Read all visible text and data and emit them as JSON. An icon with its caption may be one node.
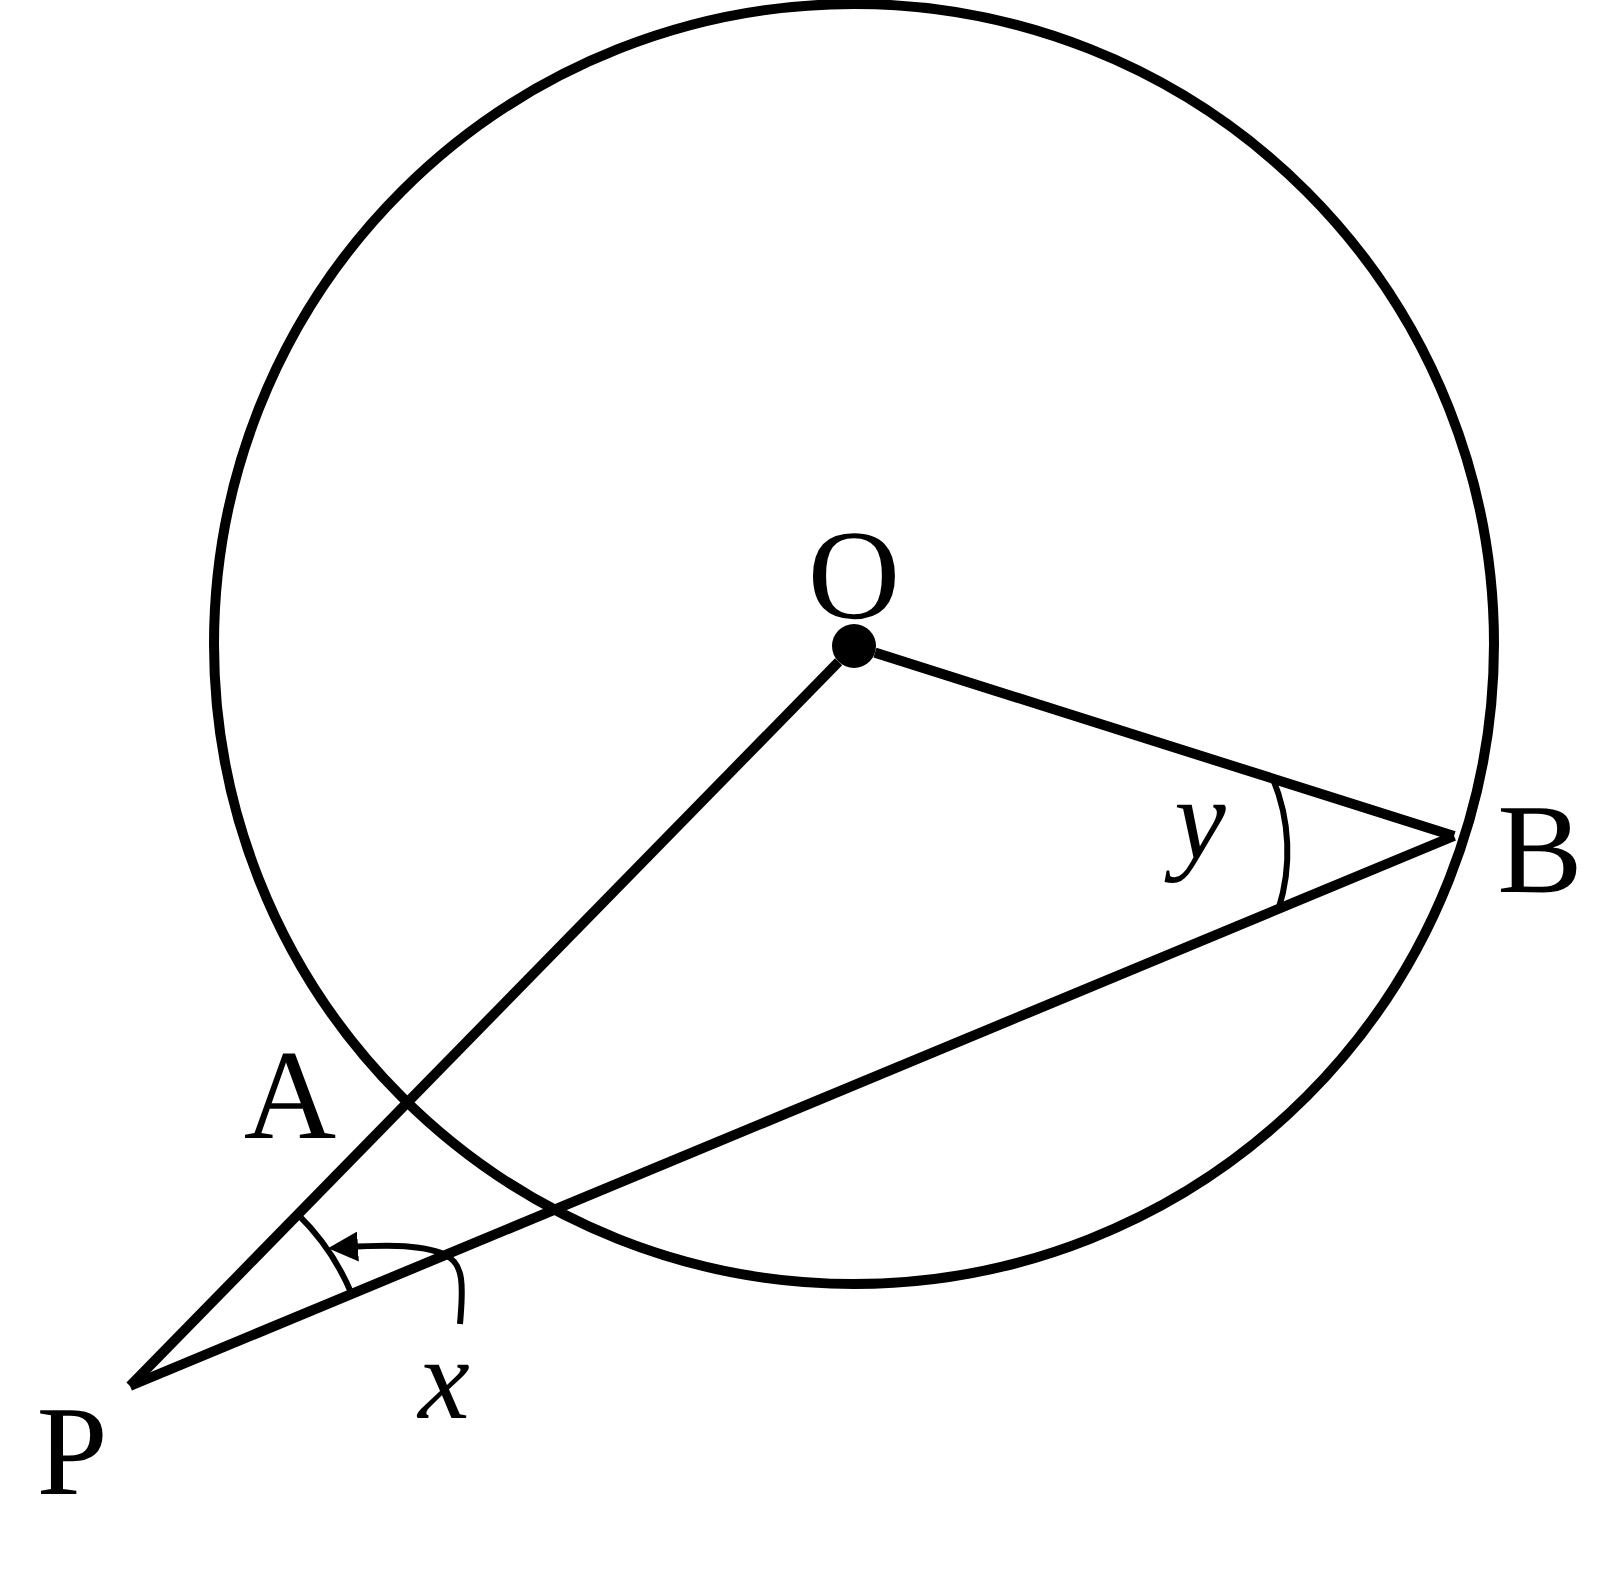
{
  "diagram": {
    "nodes": [
      {
        "text": [
          "O"
        ]
      },
      {
        "text": [
          "B"
        ]
      },
      {
        "text": [
          "P"
        ]
      },
      {
        "text": [
          "x"
        ]
      }
    ],
    "edges": [
      {
        "from": 0,
        "to": 2,
        "arrow": "none"
      },
      {
        "from": 0,
        "to": 1,
        "arrow": "none"
      },
      {
        "from": 2,
        "to": 1,
        "arrow": "none"
      },
      {
        "from": 3,
        "to": null,
        "arrow": "to"
      }
    ],
    "labels": [
      "A",
      "y"
    ]
  }
}
